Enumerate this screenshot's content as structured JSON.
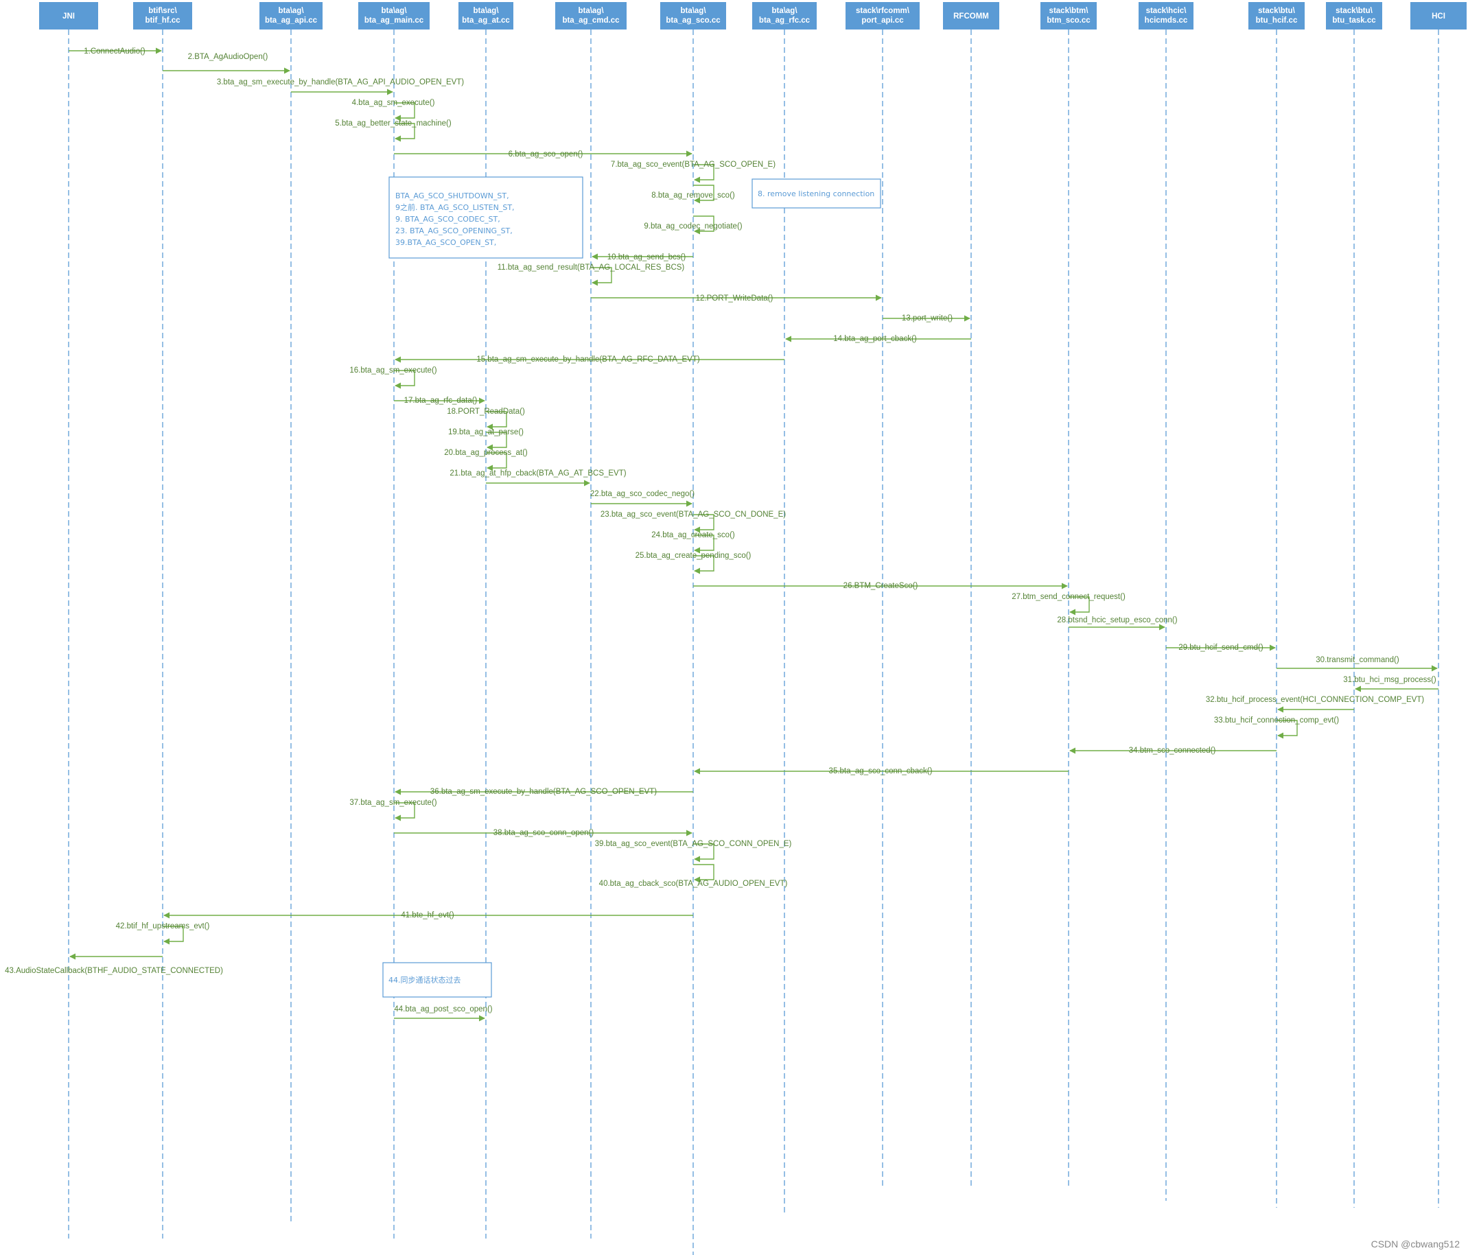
{
  "colors": {
    "header": "#5b9bd5",
    "lifeline": "#5b9bd5",
    "message": "#70ad47",
    "label": "#548235",
    "note": "#5b9bd5"
  },
  "participants": [
    {
      "id": "jni",
      "lines": [
        "JNI"
      ]
    },
    {
      "id": "btif_hf",
      "lines": [
        "btif\\src\\",
        "btif_hf.cc"
      ]
    },
    {
      "id": "ag_api",
      "lines": [
        "bta\\ag\\",
        "bta_ag_api.cc"
      ]
    },
    {
      "id": "ag_main",
      "lines": [
        "bta\\ag\\",
        "bta_ag_main.cc"
      ]
    },
    {
      "id": "ag_at",
      "lines": [
        "bta\\ag\\",
        "bta_ag_at.cc"
      ]
    },
    {
      "id": "ag_cmd",
      "lines": [
        "bta\\ag\\",
        "bta_ag_cmd.cc"
      ]
    },
    {
      "id": "ag_sco",
      "lines": [
        "bta\\ag\\",
        "bta_ag_sco.cc"
      ]
    },
    {
      "id": "ag_rfc",
      "lines": [
        "bta\\ag\\",
        "bta_ag_rfc.cc"
      ]
    },
    {
      "id": "port_api",
      "lines": [
        "stack\\rfcomm\\",
        "port_api.cc"
      ]
    },
    {
      "id": "rfcomm",
      "lines": [
        "RFCOMM"
      ]
    },
    {
      "id": "btm_sco",
      "lines": [
        "stack\\btm\\",
        "btm_sco.cc"
      ]
    },
    {
      "id": "hcicmds",
      "lines": [
        "stack\\hcic\\",
        "hcicmds.cc"
      ]
    },
    {
      "id": "btu_hcif",
      "lines": [
        "stack\\btu\\",
        "btu_hcif.cc"
      ]
    },
    {
      "id": "btu_task",
      "lines": [
        "stack\\btu\\",
        "btu_task.cc"
      ]
    },
    {
      "id": "hci",
      "lines": [
        "HCI"
      ]
    }
  ],
  "messages": [
    {
      "label": "1.ConnectAudio()",
      "from": "jni",
      "to": "btif_hf"
    },
    {
      "label": "2.BTA_AgAudioOpen()",
      "from": "btif_hf",
      "to": "ag_api"
    },
    {
      "label": "3.bta_ag_sm_execute_by_handle(BTA_AG_API_AUDIO_OPEN_EVT)",
      "from": "ag_api",
      "to": "ag_main"
    },
    {
      "label": "4.bta_ag_sm_execute()",
      "from": "ag_main",
      "to": "ag_main"
    },
    {
      "label": "5.bta_ag_better_state_machine()",
      "from": "ag_main",
      "to": "ag_main"
    },
    {
      "label": "6.bta_ag_sco_open()",
      "from": "ag_main",
      "to": "ag_sco"
    },
    {
      "label": "7.bta_ag_sco_event(BTA_AG_SCO_OPEN_E)",
      "from": "ag_sco",
      "to": "ag_sco"
    },
    {
      "label": "8.bta_ag_remove_sco()",
      "from": "ag_sco",
      "to": "ag_sco"
    },
    {
      "label": "9.bta_ag_codec_negotiate()",
      "from": "ag_sco",
      "to": "ag_sco"
    },
    {
      "label": "10.bta_ag_send_bcs()",
      "from": "ag_sco",
      "to": "ag_cmd"
    },
    {
      "label": "11.bta_ag_send_result(BTA_AG_LOCAL_RES_BCS)",
      "from": "ag_cmd",
      "to": "ag_cmd"
    },
    {
      "label": "12.PORT_WriteData()",
      "from": "ag_cmd",
      "to": "port_api"
    },
    {
      "label": "13.port_write()",
      "from": "port_api",
      "to": "rfcomm"
    },
    {
      "label": "14.bta_ag_port_cback()",
      "from": "rfcomm",
      "to": "ag_rfc"
    },
    {
      "label": "15.bta_ag_sm_execute_by_handle(BTA_AG_RFC_DATA_EVT)",
      "from": "ag_rfc",
      "to": "ag_main"
    },
    {
      "label": "16.bta_ag_sm_execute()",
      "from": "ag_main",
      "to": "ag_main"
    },
    {
      "label": "17.bta_ag_rfc_data()",
      "from": "ag_main",
      "to": "ag_at"
    },
    {
      "label": "18.PORT_ReadData()",
      "from": "ag_at",
      "to": "ag_at"
    },
    {
      "label": "19.bta_ag_at_parse()",
      "from": "ag_at",
      "to": "ag_at"
    },
    {
      "label": "20.bta_ag_process_at()",
      "from": "ag_at",
      "to": "ag_at"
    },
    {
      "label": "21.bta_ag_at_hfp_cback(BTA_AG_AT_BCS_EVT)",
      "from": "ag_at",
      "to": "ag_cmd"
    },
    {
      "label": "22.bta_ag_sco_codec_nego()",
      "from": "ag_cmd",
      "to": "ag_sco"
    },
    {
      "label": "23.bta_ag_sco_event(BTA_AG_SCO_CN_DONE_E)",
      "from": "ag_sco",
      "to": "ag_sco"
    },
    {
      "label": "24.bta_ag_create_sco()",
      "from": "ag_sco",
      "to": "ag_sco"
    },
    {
      "label": "25.bta_ag_create_pending_sco()",
      "from": "ag_sco",
      "to": "ag_sco"
    },
    {
      "label": "26.BTM_CreateSco()",
      "from": "ag_sco",
      "to": "btm_sco"
    },
    {
      "label": "27.btm_send_connect_request()",
      "from": "btm_sco",
      "to": "btm_sco"
    },
    {
      "label": "28.btsnd_hcic_setup_esco_conn()",
      "from": "btm_sco",
      "to": "hcicmds"
    },
    {
      "label": "29.btu_hcif_send_cmd()",
      "from": "hcicmds",
      "to": "btu_hcif"
    },
    {
      "label": "30.transmit_command()",
      "from": "btu_hcif",
      "to": "hci"
    },
    {
      "label": "31.btu_hci_msg_process()",
      "from": "hci",
      "to": "btu_task"
    },
    {
      "label": "32.btu_hcif_process_event(HCI_CONNECTION_COMP_EVT)",
      "from": "btu_task",
      "to": "btu_hcif"
    },
    {
      "label": "33.btu_hcif_connection_comp_evt()",
      "from": "btu_hcif",
      "to": "btu_hcif"
    },
    {
      "label": "34.btm_sco_connected()",
      "from": "btu_hcif",
      "to": "btm_sco"
    },
    {
      "label": "35.bta_ag_sco_conn_cback()",
      "from": "btm_sco",
      "to": "ag_sco"
    },
    {
      "label": "36.bta_ag_sm_execute_by_handle(BTA_AG_SCO_OPEN_EVT)",
      "from": "ag_sco",
      "to": "ag_main"
    },
    {
      "label": "37.bta_ag_sm_execute()",
      "from": "ag_main",
      "to": "ag_main"
    },
    {
      "label": "38.bta_ag_sco_conn_open()",
      "from": "ag_main",
      "to": "ag_sco"
    },
    {
      "label": "39.bta_ag_sco_event(BTA_AG_SCO_CONN_OPEN_E)",
      "from": "ag_sco",
      "to": "ag_sco"
    },
    {
      "label": "40.bta_ag_cback_sco(BTA_AG_AUDIO_OPEN_EVT)",
      "from": "ag_sco",
      "to": "ag_sco"
    },
    {
      "label": "41.bte_hf_evt()",
      "from": "ag_sco",
      "to": "btif_hf"
    },
    {
      "label": "42.btif_hf_upstreams_evt()",
      "from": "btif_hf",
      "to": "btif_hf"
    },
    {
      "label": "43.AudioStateCallback(BTHF_AUDIO_STATE_CONNECTED)",
      "from": "btif_hf",
      "to": "jni"
    },
    {
      "label": "44.bta_ag_post_sco_open()",
      "from": "ag_main",
      "to": "ag_at"
    }
  ],
  "notes": [
    {
      "id": "sco_states",
      "lines": [
        "BTA_AG_SCO_SHUTDOWN_ST,",
        "9之前. BTA_AG_SCO_LISTEN_ST,",
        "9. BTA_AG_SCO_CODEC_ST,",
        "23. BTA_AG_SCO_OPENING_ST,",
        "39.BTA_AG_SCO_OPEN_ST,"
      ]
    },
    {
      "id": "remove_listening",
      "lines": [
        "8. remove listening connection"
      ]
    },
    {
      "id": "sync_call_state",
      "lines": [
        "44.同步通话状态过去"
      ]
    }
  ],
  "watermark": "CSDN @cbwang512"
}
